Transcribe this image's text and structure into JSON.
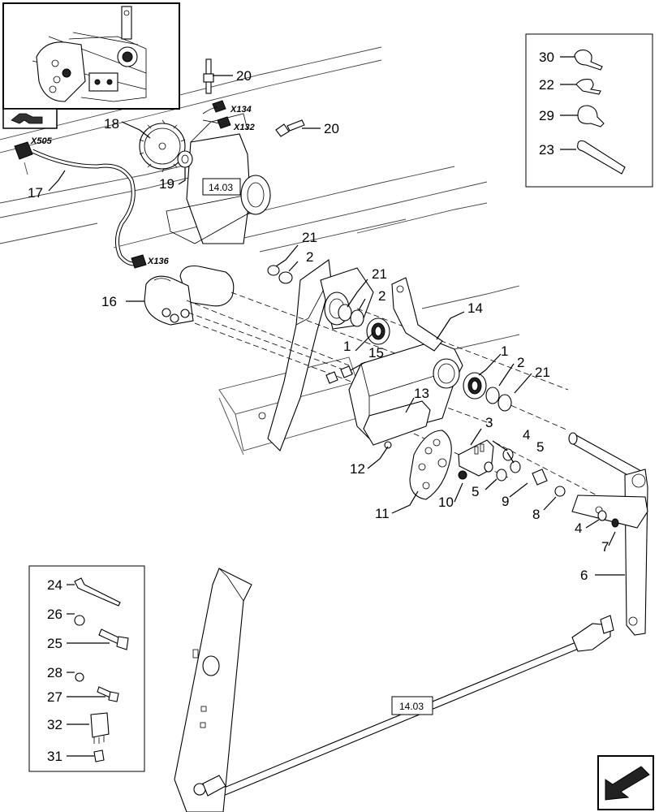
{
  "callouts": {
    "c1a": "1",
    "c1b": "1",
    "c2a": "2",
    "c2b": "2",
    "c2c": "2",
    "c3": "3",
    "c4a": "4",
    "c4b": "4",
    "c5a": "5",
    "c5b": "5",
    "c6": "6",
    "c7": "7",
    "c8": "8",
    "c9": "9",
    "c10": "10",
    "c11": "11",
    "c12": "12",
    "c13": "13",
    "c14": "14",
    "c15": "15",
    "c16": "16",
    "c17": "17",
    "c18": "18",
    "c19": "19",
    "c20a": "20",
    "c20b": "20",
    "c21a": "21",
    "c21b": "21",
    "c21c": "21",
    "c22": "22",
    "c23": "23",
    "c24": "24",
    "c25": "25",
    "c26": "26",
    "c27": "27",
    "c28": "28",
    "c29": "29",
    "c30": "30",
    "c31": "31",
    "c32": "32"
  },
  "connectors": {
    "x505": "X505",
    "x134": "X134",
    "x132": "X132",
    "x136": "X136"
  },
  "references": {
    "ref_top": "14.03",
    "ref_bottom": "14.03"
  },
  "icons": {
    "nav_top": "arrow-return-icon",
    "nav_bottom": "arrow-next-icon"
  }
}
